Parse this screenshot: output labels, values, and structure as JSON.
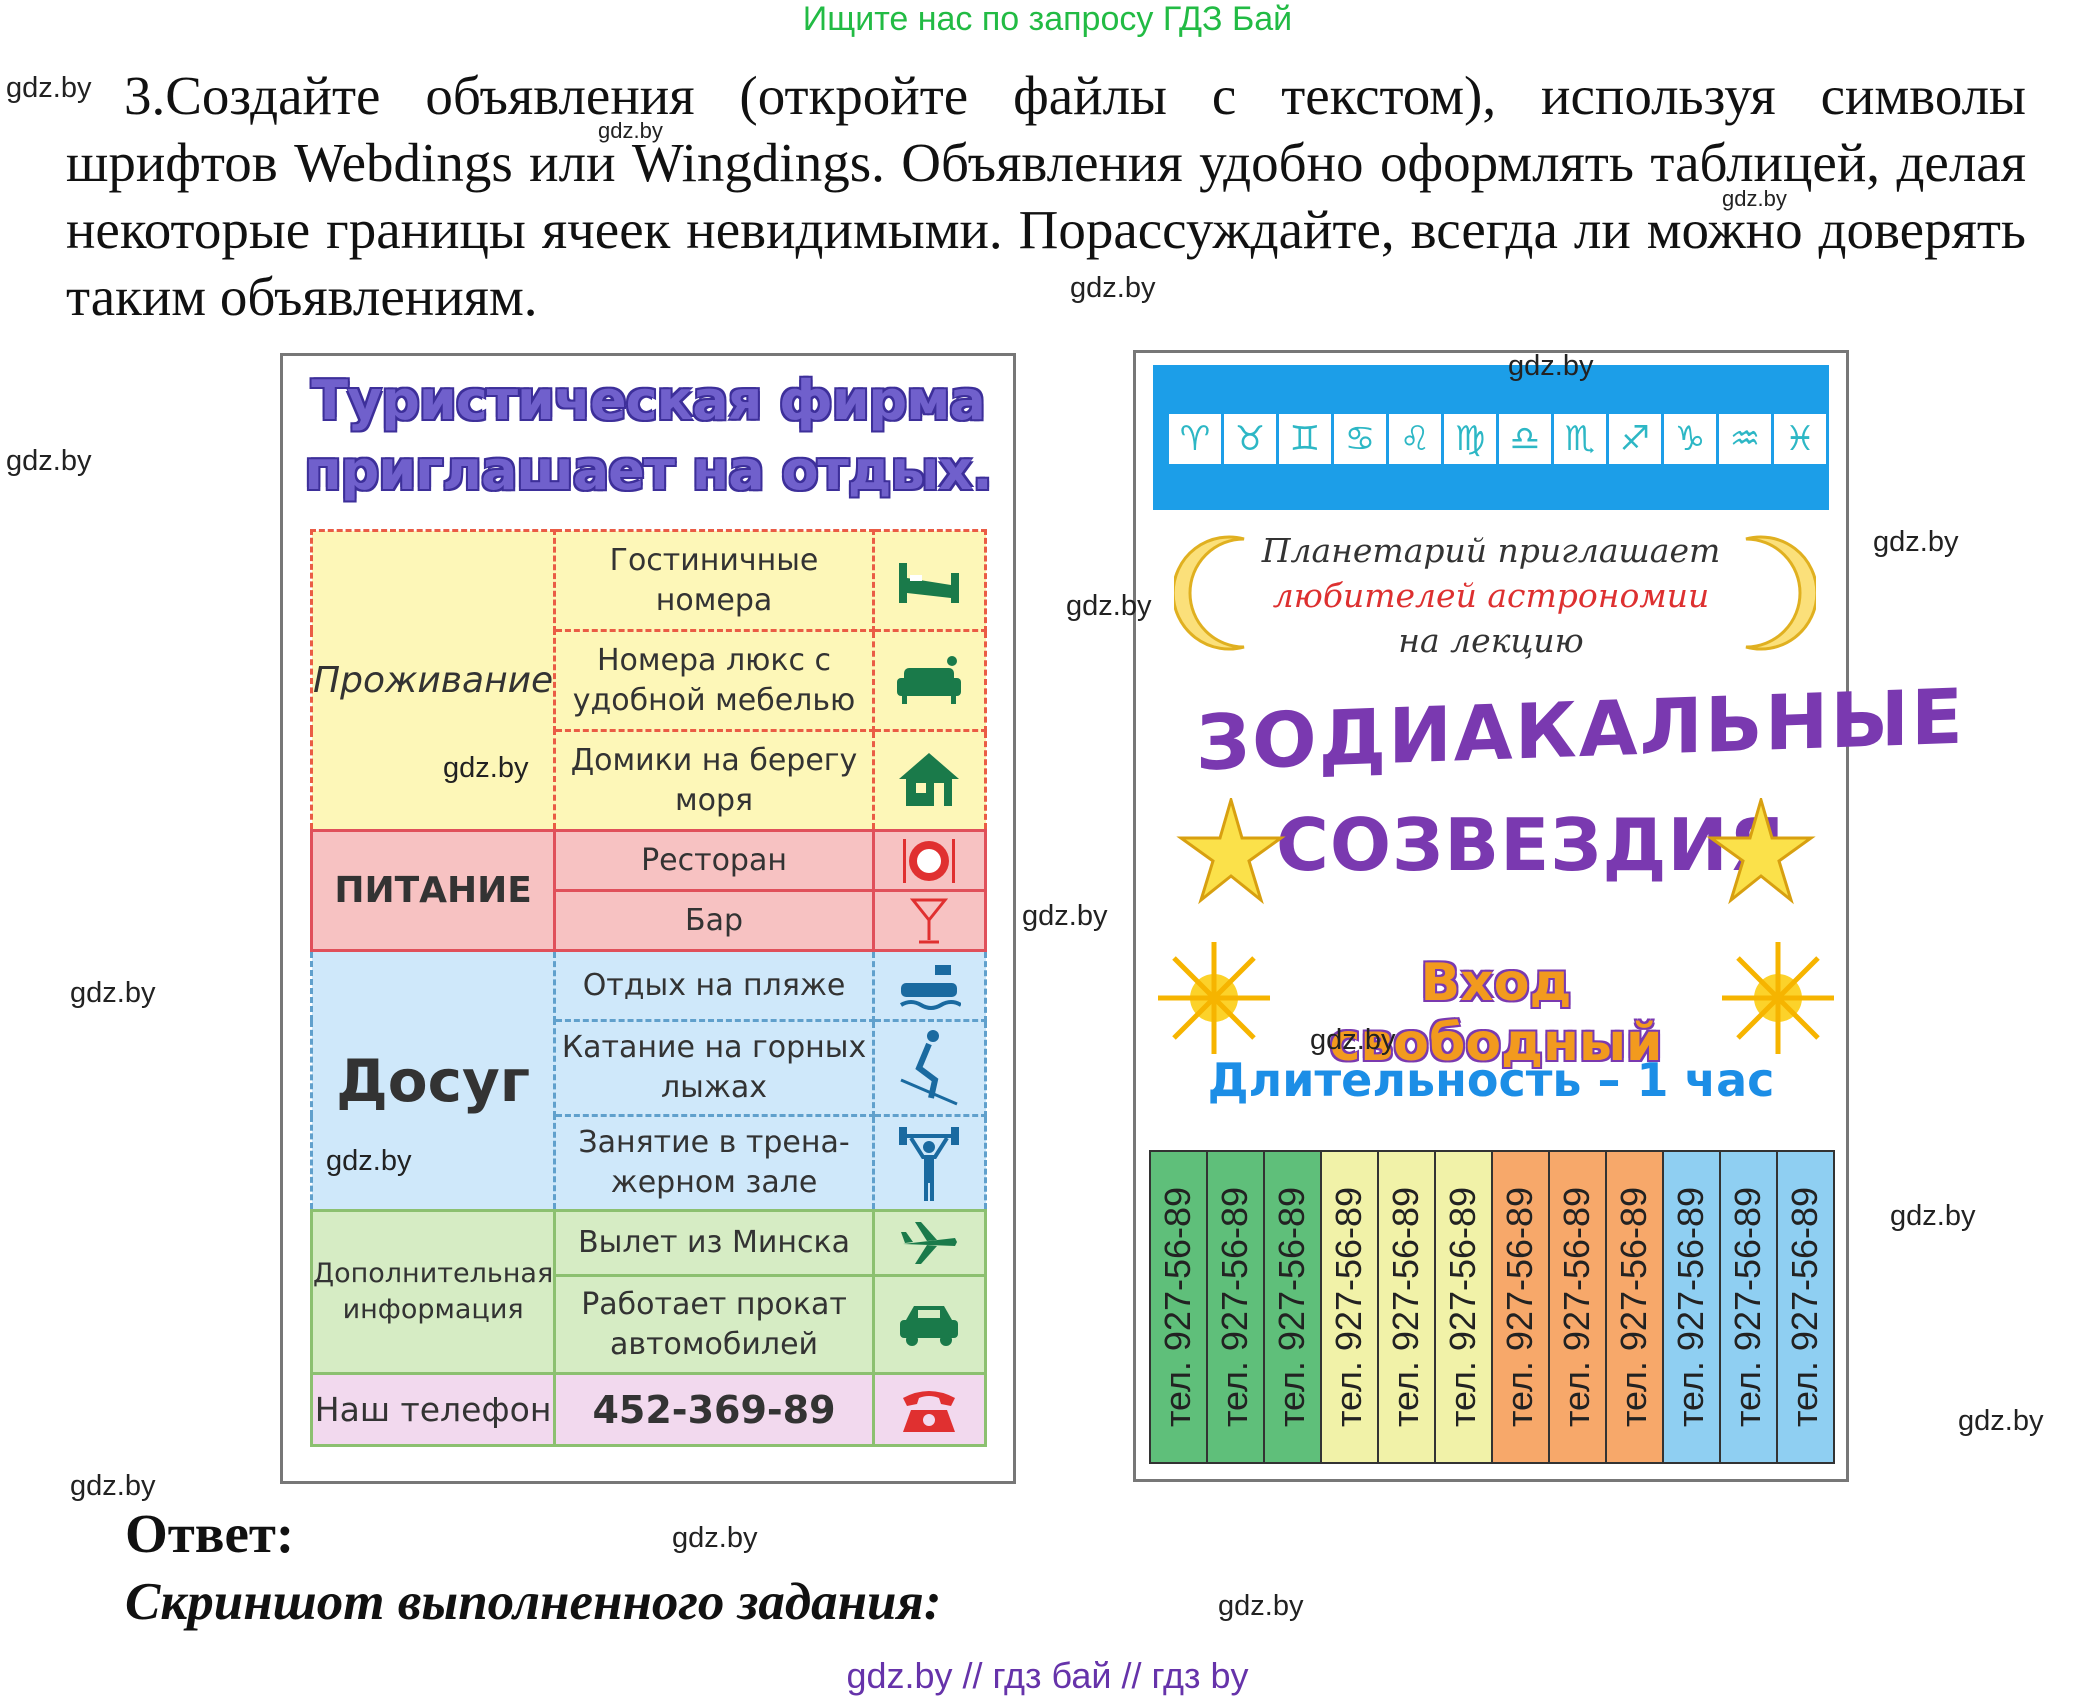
{
  "top_link": "Ищите нас по запросу ГДЗ Бай",
  "task": {
    "text_line1": "3.Создайте объявления (откройте файлы с текстом), используя символы шрифтов Webdings или Wingdings. Объявления удобно оформлять таблицей, делая некоторые границы ячеек невидимыми. Порассуждайте, всегда ли можно доверять таким объявлениям."
  },
  "watermark": "gdz.by",
  "ad_tourism": {
    "title_line1": "Туристическая фирма",
    "title_line2": "приглашает на отдых.",
    "accommodation": {
      "category": "Проживание",
      "items": [
        "Гостиничные номера",
        "Номера люкс с удобной мебелью",
        "Домики на берегу моря"
      ],
      "icons": [
        "bed-icon",
        "sofa-icon",
        "house-icon"
      ]
    },
    "food": {
      "category": "ПИТАНИЕ",
      "items": [
        "Ресторан",
        "Бар"
      ],
      "icons": [
        "plate-icon",
        "cocktail-icon"
      ]
    },
    "leisure": {
      "category": "Досуг",
      "items": [
        "Отдых на пляже",
        "Катание на горных лыжах",
        "Занятие в трена-жерном зале"
      ],
      "icons": [
        "beach-icon",
        "skier-icon",
        "weightlifter-icon"
      ]
    },
    "extra": {
      "category": "Дополнительная информация",
      "items": [
        "Вылет из Минска",
        "Работает прокат автомобилей"
      ],
      "icons": [
        "airplane-icon",
        "car-icon"
      ]
    },
    "phone": {
      "label": "Наш телефон",
      "number": "452-369-89",
      "icon": "telephone-icon"
    },
    "colors": {
      "yellow": "#fdf7b8",
      "red": "#f7c2c2",
      "blue": "#cfe8fa",
      "green": "#d6ecc4",
      "pink": "#f2d9ee"
    }
  },
  "ad_planetarium": {
    "zodiac_symbols": [
      "♈",
      "♉",
      "♊",
      "♋",
      "♌",
      "♍",
      "♎",
      "♏",
      "♐",
      "♑",
      "♒",
      "♓"
    ],
    "invite_line1": "Планетарий приглашает",
    "invite_line2": "любителей астрономии",
    "invite_line3": "на лекцию",
    "headline_line1": "ЗОДИАКАЛЬНЫЕ",
    "headline_line2": "СОЗВЕЗДИЯ",
    "entry": "Вход свободный",
    "duration": "Длительность – 1 час",
    "tear_off_text": "тел. 927-56-89",
    "tear_off_colors": [
      "#5fbf7a",
      "#5fbf7a",
      "#5fbf7a",
      "#f1f2a8",
      "#f1f2a8",
      "#f1f2a8",
      "#f7a86a",
      "#f7a86a",
      "#f7a86a",
      "#8fcff2",
      "#8fcff2",
      "#8fcff2"
    ]
  },
  "answer_label": "Ответ:",
  "screenshot_label": "Скриншот выполненного задания:",
  "bottom_link": "gdz.by  //  гдз бай  //  гдз by"
}
